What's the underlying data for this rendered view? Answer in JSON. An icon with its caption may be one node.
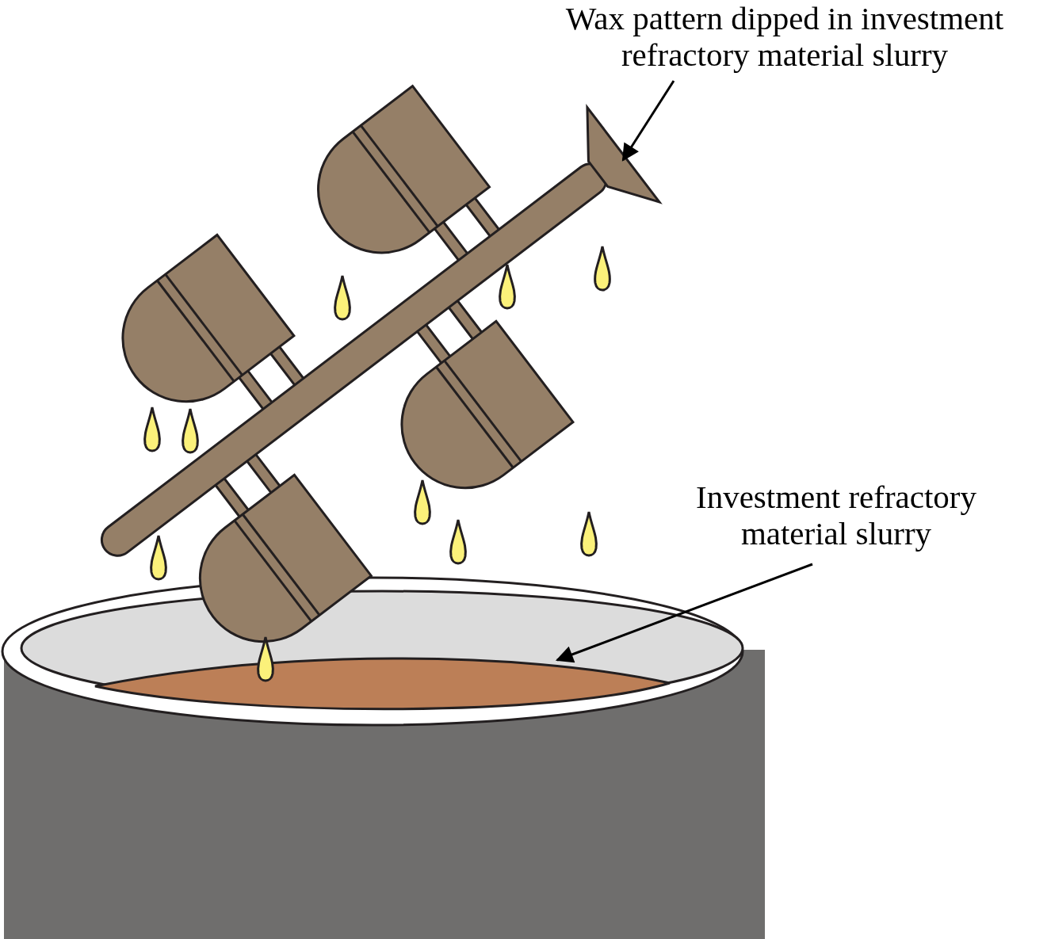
{
  "diagram": {
    "nodes": [
      {
        "text": [
          "Wax pattern dipped in investment refractory material slurry"
        ]
      },
      {
        "text": [],
        "shape": "picture"
      },
      {
        "text": [
          "Investment refractory material slurry"
        ]
      },
      {
        "text": [],
        "shape": "picture"
      }
    ],
    "edges": [
      {
        "from": 0,
        "to": 1,
        "arrow": "to"
      },
      {
        "from": 2,
        "to": 3,
        "arrow": "to"
      }
    ]
  }
}
